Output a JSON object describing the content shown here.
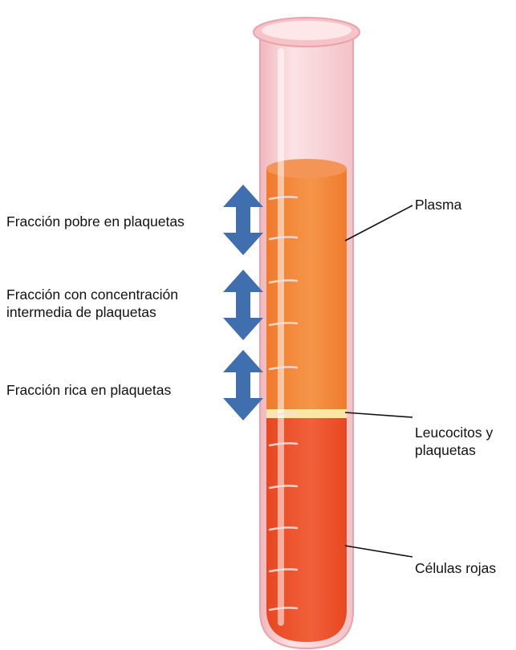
{
  "labels": {
    "left": {
      "poor": "Fracción pobre en plaquetas",
      "intermediate": [
        "Fracción con concentración",
        "intermedia de plaquetas"
      ],
      "rich": "Fracción rica en plaquetas"
    },
    "right": {
      "plasma": "Plasma",
      "buffy_coat": [
        "Leucocitos y",
        "plaquetas"
      ],
      "red_cells": "Células rojas"
    }
  },
  "colors": {
    "plasma": "#f07a2a",
    "red_cells": "#e8461f",
    "buffy_coat": "#fbe6a6",
    "glass": "#f6c9cc",
    "arrow": "#3f6fae"
  }
}
